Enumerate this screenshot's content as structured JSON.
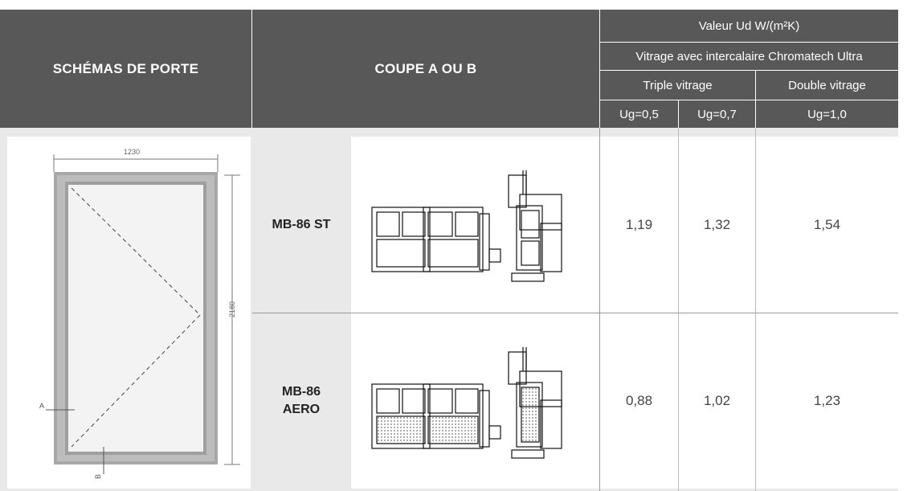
{
  "header": {
    "col_schema": "SCHÉMAS DE PORTE",
    "col_coupe": "COUPE A OU B",
    "valeur": "Valeur Ud W/(m²K)",
    "vitrage": "Vitrage avec intercalaire Chromatech Ultra",
    "triple": "Triple vitrage",
    "double": "Double vitrage",
    "ug1": "Ug=0,5",
    "ug2": "Ug=0,7",
    "ug3": "Ug=1,0"
  },
  "door": {
    "width_label": "1230",
    "height_label": "2180",
    "label_a": "A",
    "label_b": "B"
  },
  "rows": [
    {
      "name": "MB-86 ST",
      "values": [
        "1,19",
        "1,32",
        "1,54"
      ]
    },
    {
      "name": "MB-86\nAERO",
      "values": [
        "0,88",
        "1,02",
        "1,23"
      ]
    }
  ],
  "colors": {
    "header_bg": "#585858",
    "body_bg": "#e9e9e9"
  }
}
